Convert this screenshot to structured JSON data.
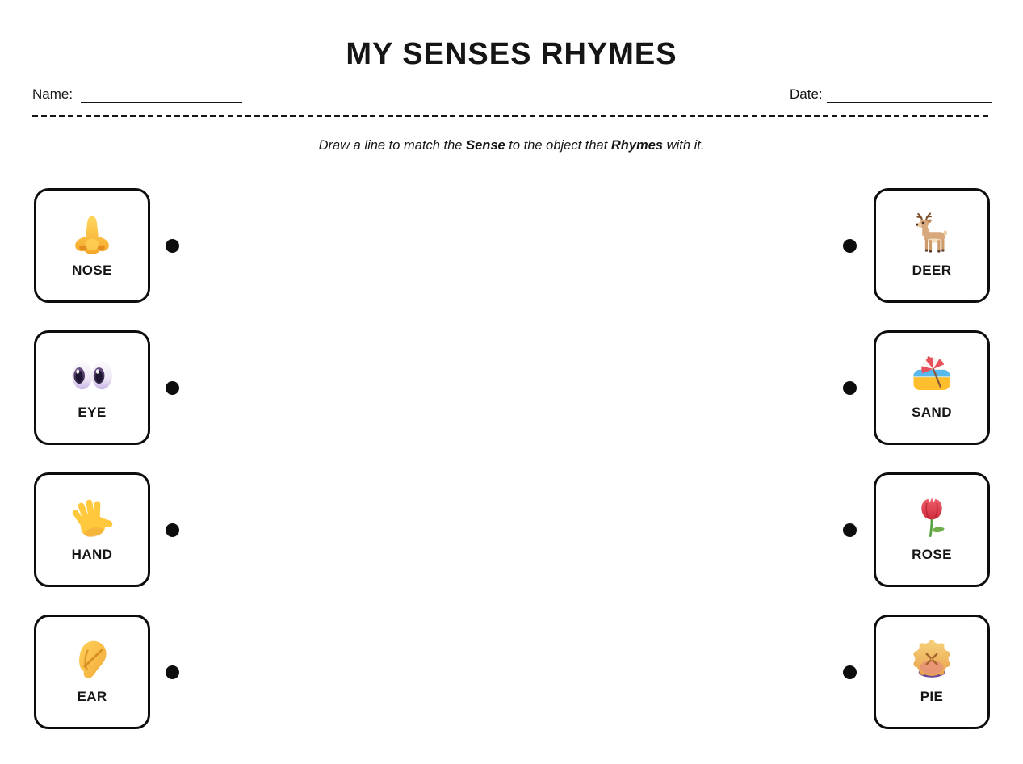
{
  "colors": {
    "ink": "#151515",
    "card_border": "#0d0d0d",
    "background": "#ffffff"
  },
  "header": {
    "title": "MY SENSES RHYMES",
    "name_label": "Name:",
    "date_label": "Date:"
  },
  "instruction": {
    "part1": "Draw a line to match the ",
    "bold1": "Sense",
    "part2": " to the object that ",
    "bold2": "Rhymes",
    "part3": " with it."
  },
  "left_cards": [
    {
      "label": "NOSE",
      "icon": "nose-emoji"
    },
    {
      "label": "EYE",
      "icon": "eyes-emoji"
    },
    {
      "label": "HAND",
      "icon": "waving-hand-emoji"
    },
    {
      "label": "EAR",
      "icon": "ear-emoji"
    }
  ],
  "right_cards": [
    {
      "label": "DEER",
      "icon": "deer-emoji"
    },
    {
      "label": "SAND",
      "icon": "beach-with-umbrella-emoji"
    },
    {
      "label": "ROSE",
      "icon": "rose-emoji"
    },
    {
      "label": "PIE",
      "icon": "pie-emoji"
    }
  ]
}
